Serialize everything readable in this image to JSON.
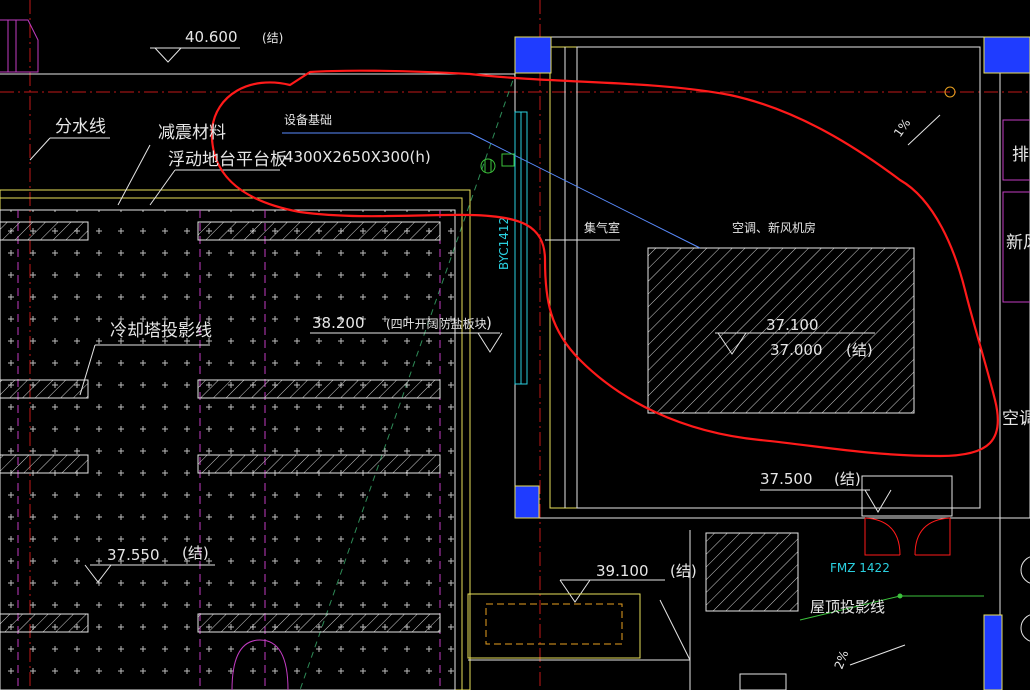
{
  "labels": {
    "elev_top": "40.600",
    "elev_top_note": "(结)",
    "fenshuixian": "分水线",
    "jianzhen": "减震材料",
    "fudong": "浮动地台平台板",
    "shebei": "设备基础",
    "shebei_size": "4300X2650X300(h)",
    "lengque": "冷却塔投影线",
    "elev_382": "38.200",
    "elev_382_note": "(四叶开阔防盐板块",
    "elev_3755": "37.550",
    "elev_3755_note": "(结)",
    "byc": "BYC1412",
    "jiqishi": "集气室",
    "kongtiao": "空调、新风机房",
    "elev_371": "37.100",
    "elev_370": "37.000",
    "elev_370_note": "(结)",
    "slope_1": "1%",
    "elev_375": "37.500",
    "elev_375_note": "(结)",
    "fmz": "FMZ 1422",
    "elev_391": "39.100",
    "elev_391_note": "(结)",
    "wuding": "屋顶投影线",
    "slope_2": "2%",
    "right_pai": "排",
    "right_xin": "新风",
    "right_kong": "空调"
  },
  "colors": {
    "background": "#000000",
    "white_line": "#e6e6e6",
    "yellow_line": "#e8e05a",
    "red_markup": "#ff1a1a",
    "blue_column": "#1f3cff",
    "cyan_window": "#2ad0e0",
    "magenta_line": "#c23cc2",
    "green_line": "#3cc23c",
    "grid_red": "#c01818"
  }
}
